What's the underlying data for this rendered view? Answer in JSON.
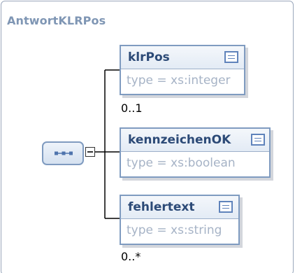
{
  "diagram": {
    "title": "AntwortKLRPos",
    "elements": [
      {
        "name": "klrPos",
        "type_text": "type = xs:integer",
        "occurrence": "0..1"
      },
      {
        "name": "kennzeichenOK",
        "type_text": "type = xs:boolean",
        "occurrence": ""
      },
      {
        "name": "fehlertext",
        "type_text": "type = xs:string",
        "occurrence": "0..*"
      }
    ],
    "colors": {
      "border": "#7f9bc0",
      "title": "#7f96b4",
      "element_name": "#2c4a77",
      "type_text": "#a6b3c6"
    }
  }
}
